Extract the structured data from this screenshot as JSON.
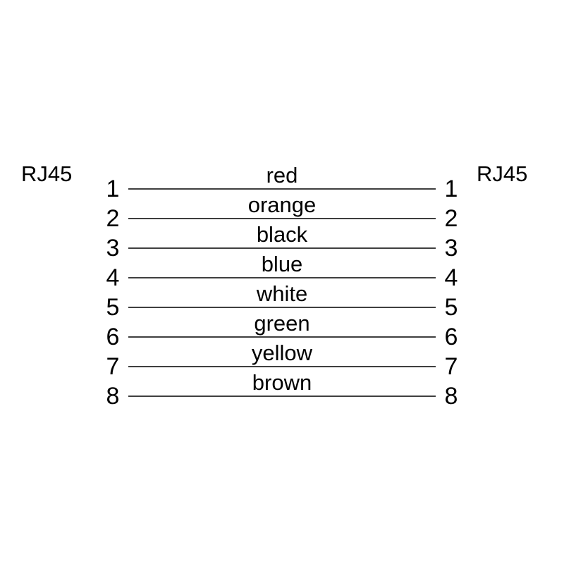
{
  "diagram": {
    "left_connector": "RJ45",
    "right_connector": "RJ45",
    "wires": [
      {
        "pin_left": "1",
        "color": "red",
        "pin_right": "1"
      },
      {
        "pin_left": "2",
        "color": "orange",
        "pin_right": "2"
      },
      {
        "pin_left": "3",
        "color": "black",
        "pin_right": "3"
      },
      {
        "pin_left": "4",
        "color": "blue",
        "pin_right": "4"
      },
      {
        "pin_left": "5",
        "color": "white",
        "pin_right": "5"
      },
      {
        "pin_left": "6",
        "color": "green",
        "pin_right": "6"
      },
      {
        "pin_left": "7",
        "color": "yellow",
        "pin_right": "7"
      },
      {
        "pin_left": "8",
        "color": "brown",
        "pin_right": "8"
      }
    ],
    "colors": {
      "background": "#ffffff",
      "wire_line": "#3f3f3f",
      "text": "#000000"
    }
  }
}
